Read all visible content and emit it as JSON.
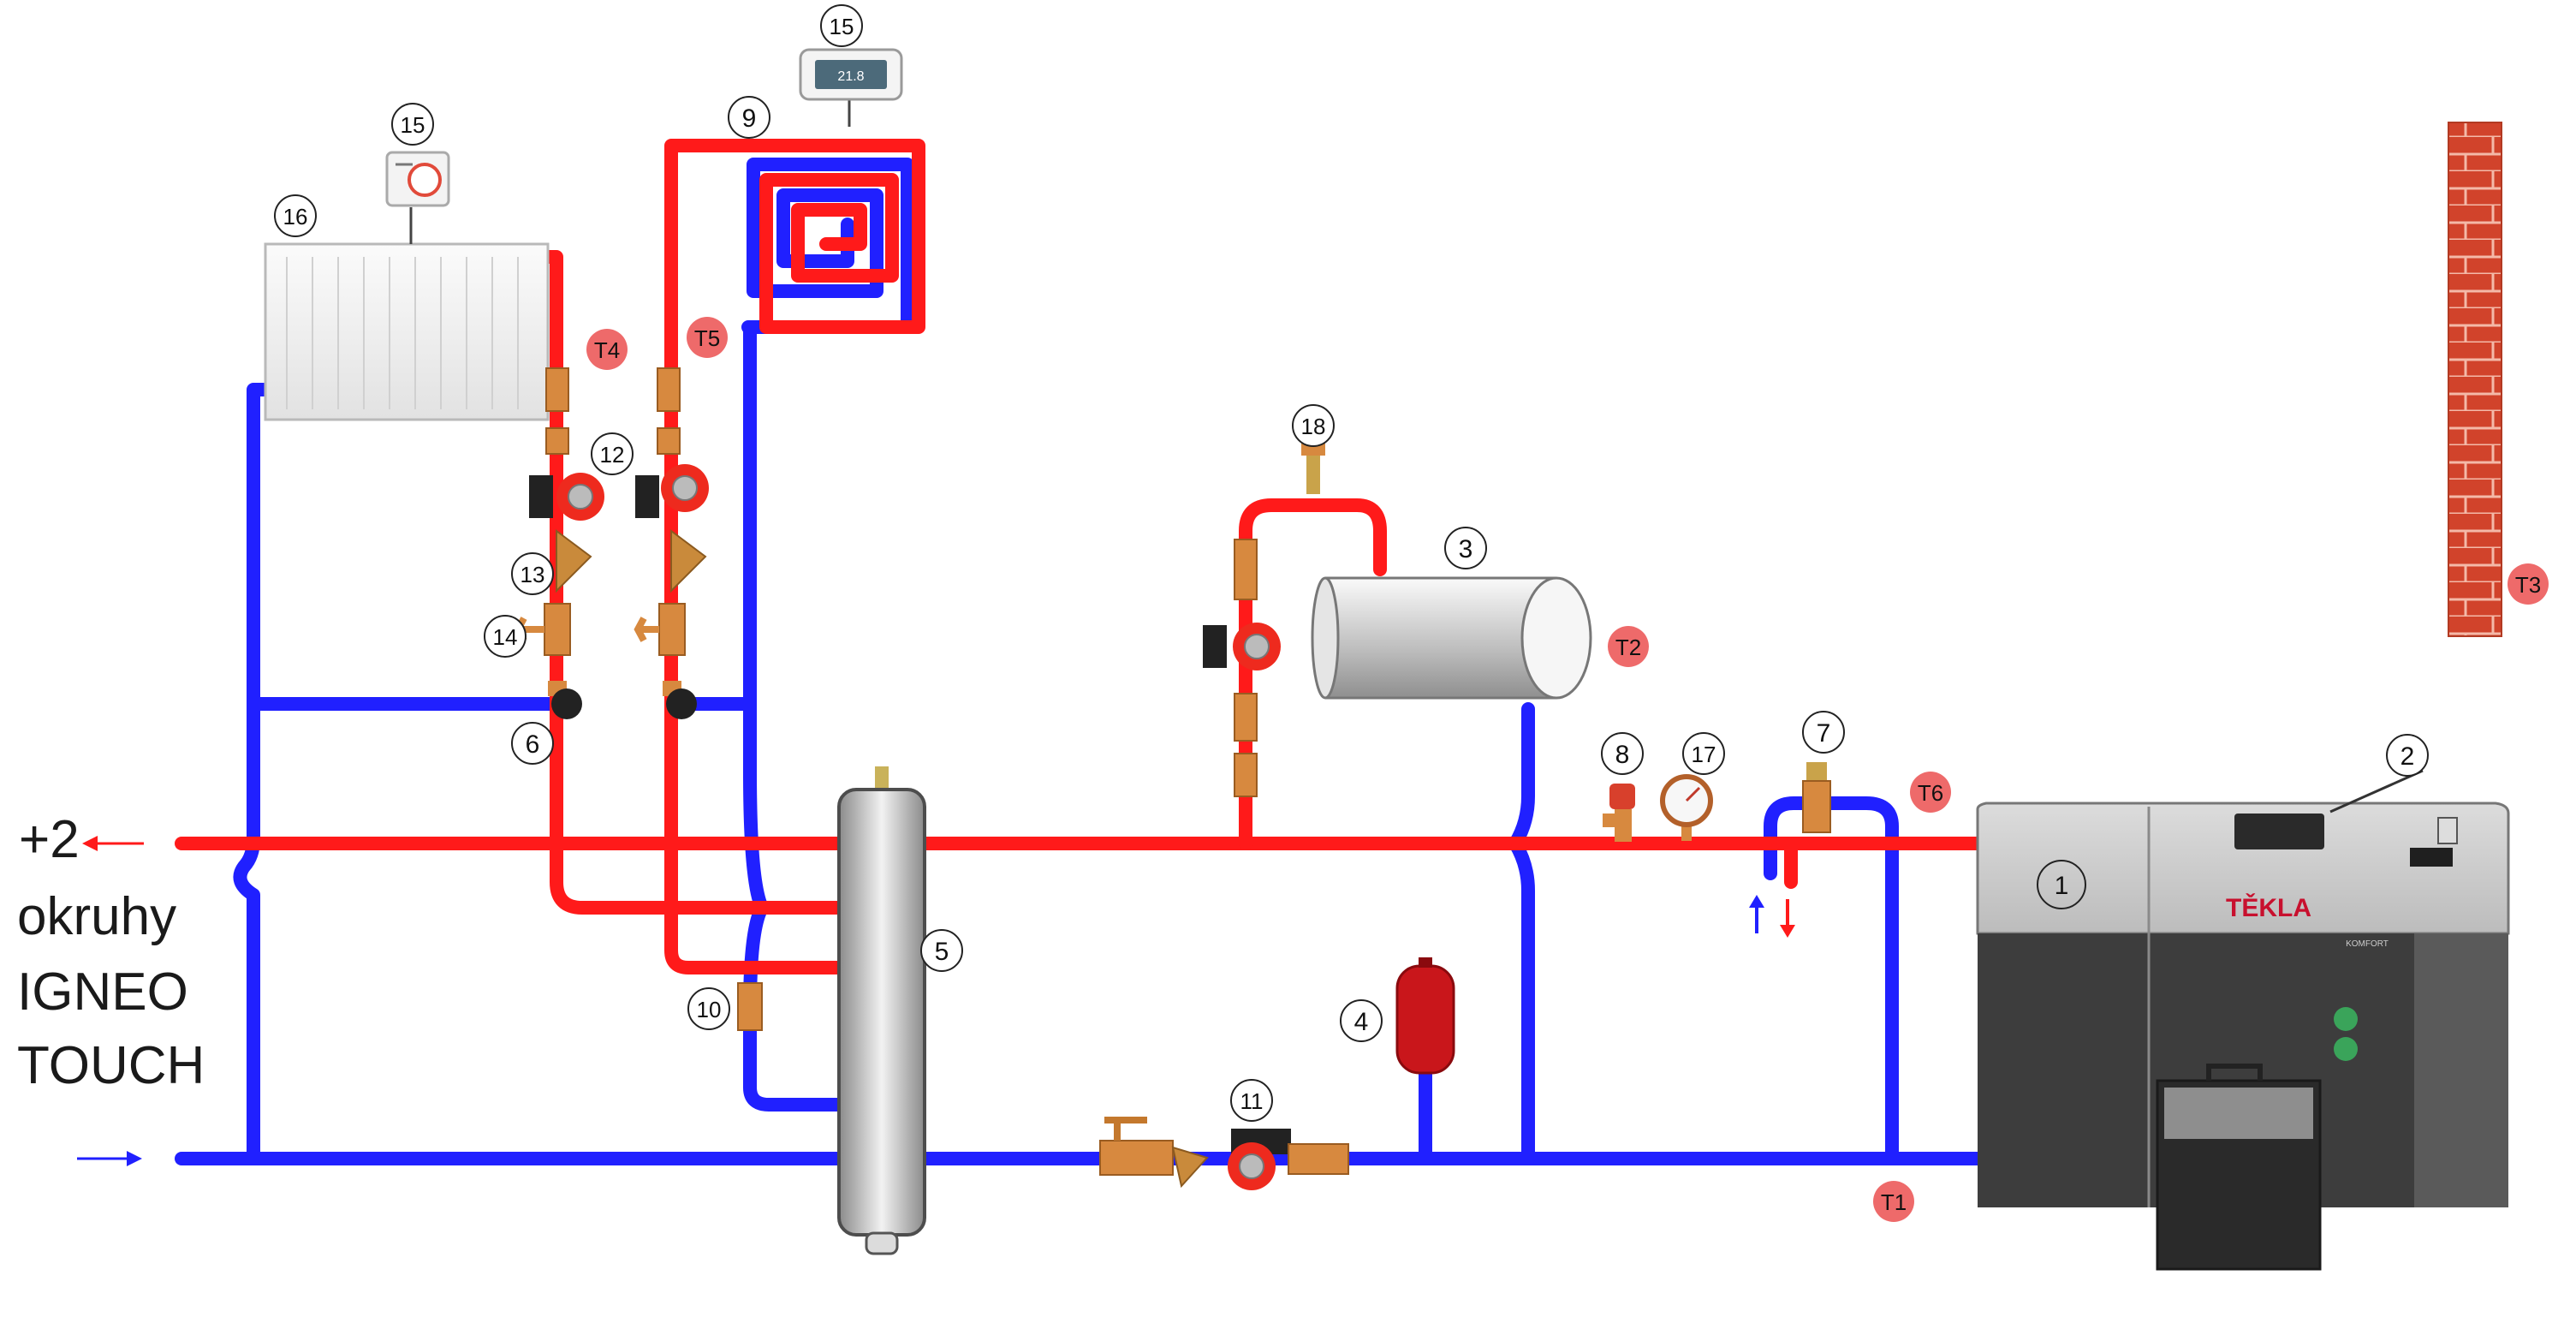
{
  "colors": {
    "supply": "#ff1a1a",
    "return": "#2020ff",
    "brass": "#d7893f",
    "pump_red": "#ee2a1e",
    "marker_fill": "#ee6a6a",
    "boiler_body": "#3a3a3a",
    "boiler_top": "#cfcfcf",
    "brick": "#d1432b"
  },
  "left_labels": {
    "line1": "+2",
    "line2": "okruhy",
    "line3": "IGNEO",
    "line4": "TOUCH"
  },
  "component_numbers": {
    "boiler": "1",
    "controller": "2",
    "tank": "3",
    "expansion_vessel": "4",
    "hydraulic_separator": "5",
    "check_valve": "6",
    "air_vent_boiler": "7",
    "safety_valve": "8",
    "floor_heating": "9",
    "fitting_10": "10",
    "pump_boiler": "11",
    "pump_circuits": "12",
    "filter": "13",
    "ball_valve": "14",
    "room_unit_touch": "15",
    "room_thermostat": "15",
    "radiator": "16",
    "manometer": "17",
    "air_vent_tank": "18"
  },
  "sensors": {
    "t1": "T1",
    "t2": "T2",
    "t3": "T3",
    "t4": "T4",
    "t5": "T5",
    "t6": "T6"
  },
  "devices": {
    "boiler_brand": "TĚKLA",
    "boiler_model": "KOMFORT",
    "room_unit_display": "21.8"
  },
  "icons": [
    "arrow-left-icon",
    "arrow-right-icon",
    "arrow-up-icon",
    "arrow-down-icon",
    "pump-icon",
    "valve-icon",
    "gauge-icon"
  ]
}
